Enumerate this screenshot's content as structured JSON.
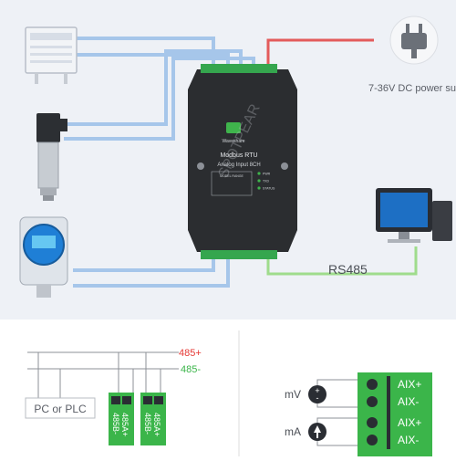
{
  "power": {
    "label": "7-36V DC power sup"
  },
  "rs485": {
    "label": "RS485"
  },
  "module": {
    "brand": "Waveshare",
    "title": "Modbus RTU",
    "subtitle": "Analog Input 8CH",
    "leds": [
      "PWR",
      "TXD",
      "STATUS"
    ],
    "table_header": "MODEL  RANGE"
  },
  "watermark": "SPOTPEAR",
  "wiring_left": {
    "bus_plus": "485+",
    "bus_minus": "485-",
    "controller": "PC or PLC",
    "terminal_a": [
      "485A+",
      "485B-"
    ],
    "terminal_b": [
      "485A+",
      "485B-"
    ]
  },
  "wiring_right": {
    "mv_label": "mV",
    "ma_label": "mA",
    "terminals": [
      "AIX+",
      "AIX-",
      "AIX+",
      "AIX-"
    ]
  },
  "colors": {
    "background": "#eef1f6",
    "signal_wire": "#a6c6ea",
    "power_wire": "#e35b5b",
    "rs485_wire": "#9fdc8c",
    "module_body": "#2b2d30",
    "terminal_green": "#35a64e",
    "bus_red": "#e53935",
    "bus_green": "#3bb54a"
  }
}
